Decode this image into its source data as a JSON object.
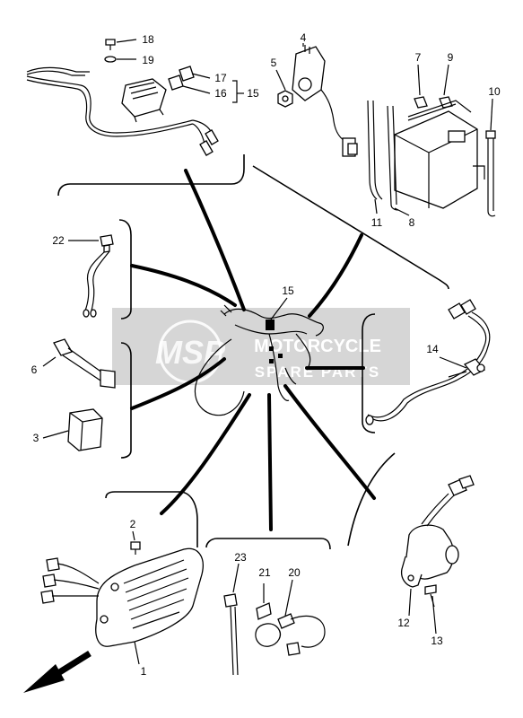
{
  "callouts": {
    "c1": "1",
    "c2": "2",
    "c3": "3",
    "c4": "4",
    "c5": "5",
    "c6": "6",
    "c7": "7",
    "c8": "8",
    "c9": "9",
    "c10": "10",
    "c11": "11",
    "c12": "12",
    "c13": "13",
    "c14": "14",
    "c15a": "15",
    "c15b": "15",
    "c16": "16",
    "c17": "17",
    "c18": "18",
    "c19": "19",
    "c20": "20",
    "c21": "21",
    "c22": "22",
    "c23": "23"
  },
  "watermark": {
    "logo": "MSP",
    "line1": "MOTORCYCLE",
    "line2": "SPARE PARTS",
    "color": "#d9d9d9",
    "accent": "#e8a070"
  },
  "arrow_icon": "direction-arrow-icon"
}
